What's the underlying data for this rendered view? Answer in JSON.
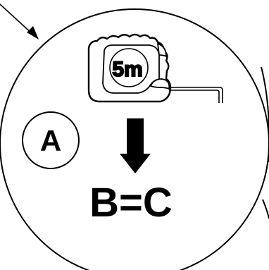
{
  "diagram": {
    "step_label": "A",
    "result_label": "B=C",
    "tape_label": "5m",
    "icons": {
      "tool": "tape-measure-icon",
      "arrow": "arrow-down-icon",
      "pointer": "pointer-arrow-icon"
    },
    "colors": {
      "line": "#000000",
      "background": "#ffffff"
    }
  }
}
